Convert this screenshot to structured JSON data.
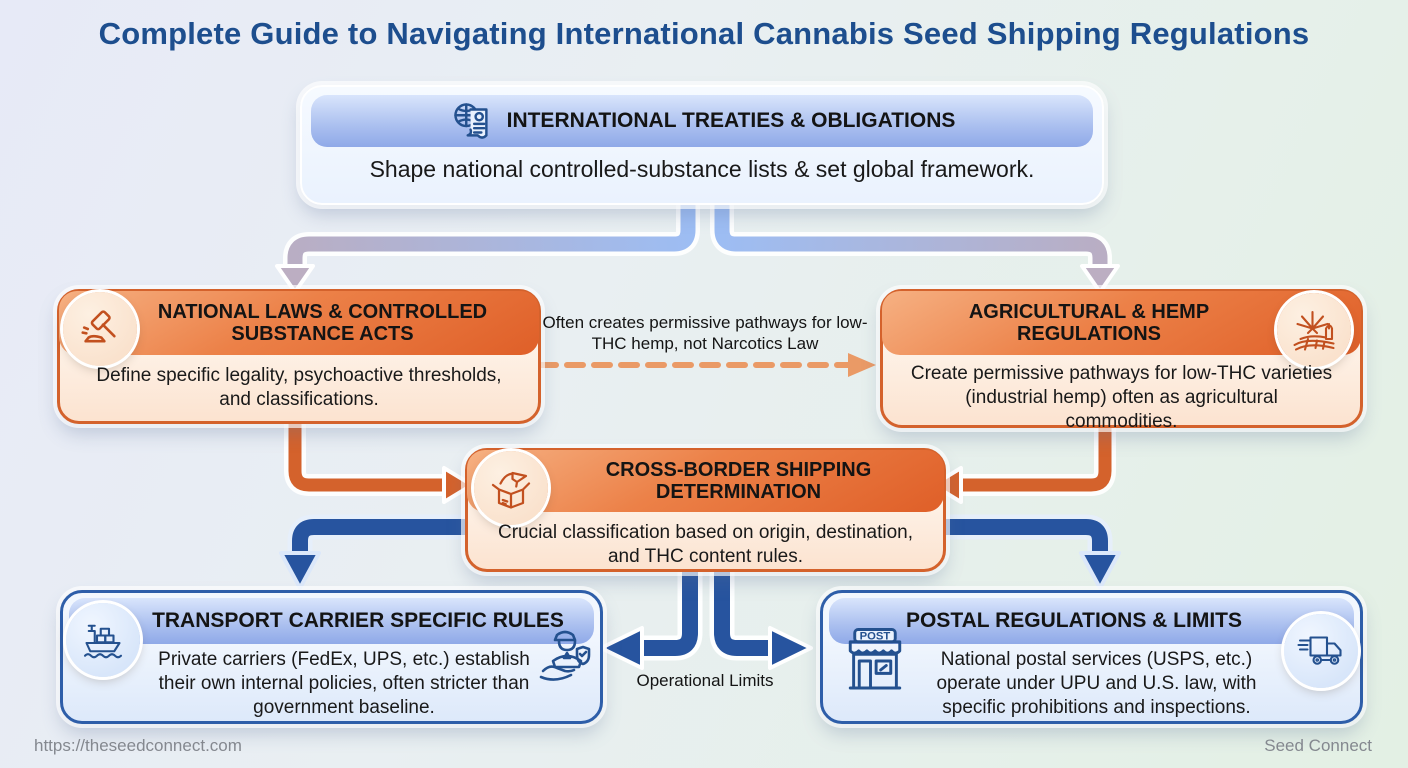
{
  "title": "Complete Guide to Navigating International Cannabis Seed Shipping Regulations",
  "palette": {
    "title_blue": "#1d4e8e",
    "orange_border": "#d4622c",
    "orange_header_dark": "#df5f28",
    "blue_border": "#2e5ea9",
    "dark_blue_arrow": "#27549f",
    "light_blue_arrow": "#a3c0f1",
    "dashed_orange_arrow": "#ea9a66",
    "background_left": "#e7eaf7",
    "background_right": "#e3f0e4"
  },
  "nodes": {
    "treaties": {
      "title": "INTERNATIONAL TREATIES & OBLIGATIONS",
      "body": "Shape national controlled-substance lists & set global framework.",
      "icon": "globe-document-icon"
    },
    "national_laws": {
      "title": "NATIONAL LAWS & CONTROLLED SUBSTANCE ACTS",
      "body": "Define specific legality, psychoactive thresholds, and classifications.",
      "icon": "gavel-icon"
    },
    "agricultural": {
      "title": "AGRICULTURAL & HEMP REGULATIONS",
      "body": "Create permissive pathways for low-THC varieties (industrial hemp) often as agricultural commodities.",
      "icon": "hemp-field-icon"
    },
    "cross_border": {
      "title": "CROSS-BORDER SHIPPING DETERMINATION",
      "body": "Crucial classification based on origin, destination, and THC content rules.",
      "icon": "shipping-box-plane-icon"
    },
    "carrier": {
      "title": "TRANSPORT CARRIER SPECIFIC RULES",
      "body": "Private carriers (FedEx, UPS, etc.) establish their own internal policies, often stricter than government baseline.",
      "icon": "cargo-ship-icon"
    },
    "postal": {
      "title": "POSTAL REGULATIONS & LIMITS",
      "body": "National postal services (USPS, etc.) operate under UPU and U.S. law, with specific prohibitions and inspections.",
      "icon": "post-office-icon"
    }
  },
  "labels": {
    "hemp_pathway": "Often creates permissive pathways for low-THC hemp, not Narcotics Law",
    "operational_limits": "Operational Limits",
    "post_sign": "POST"
  },
  "footer": {
    "url": "https://theseedconnect.com",
    "brand": "Seed Connect"
  }
}
